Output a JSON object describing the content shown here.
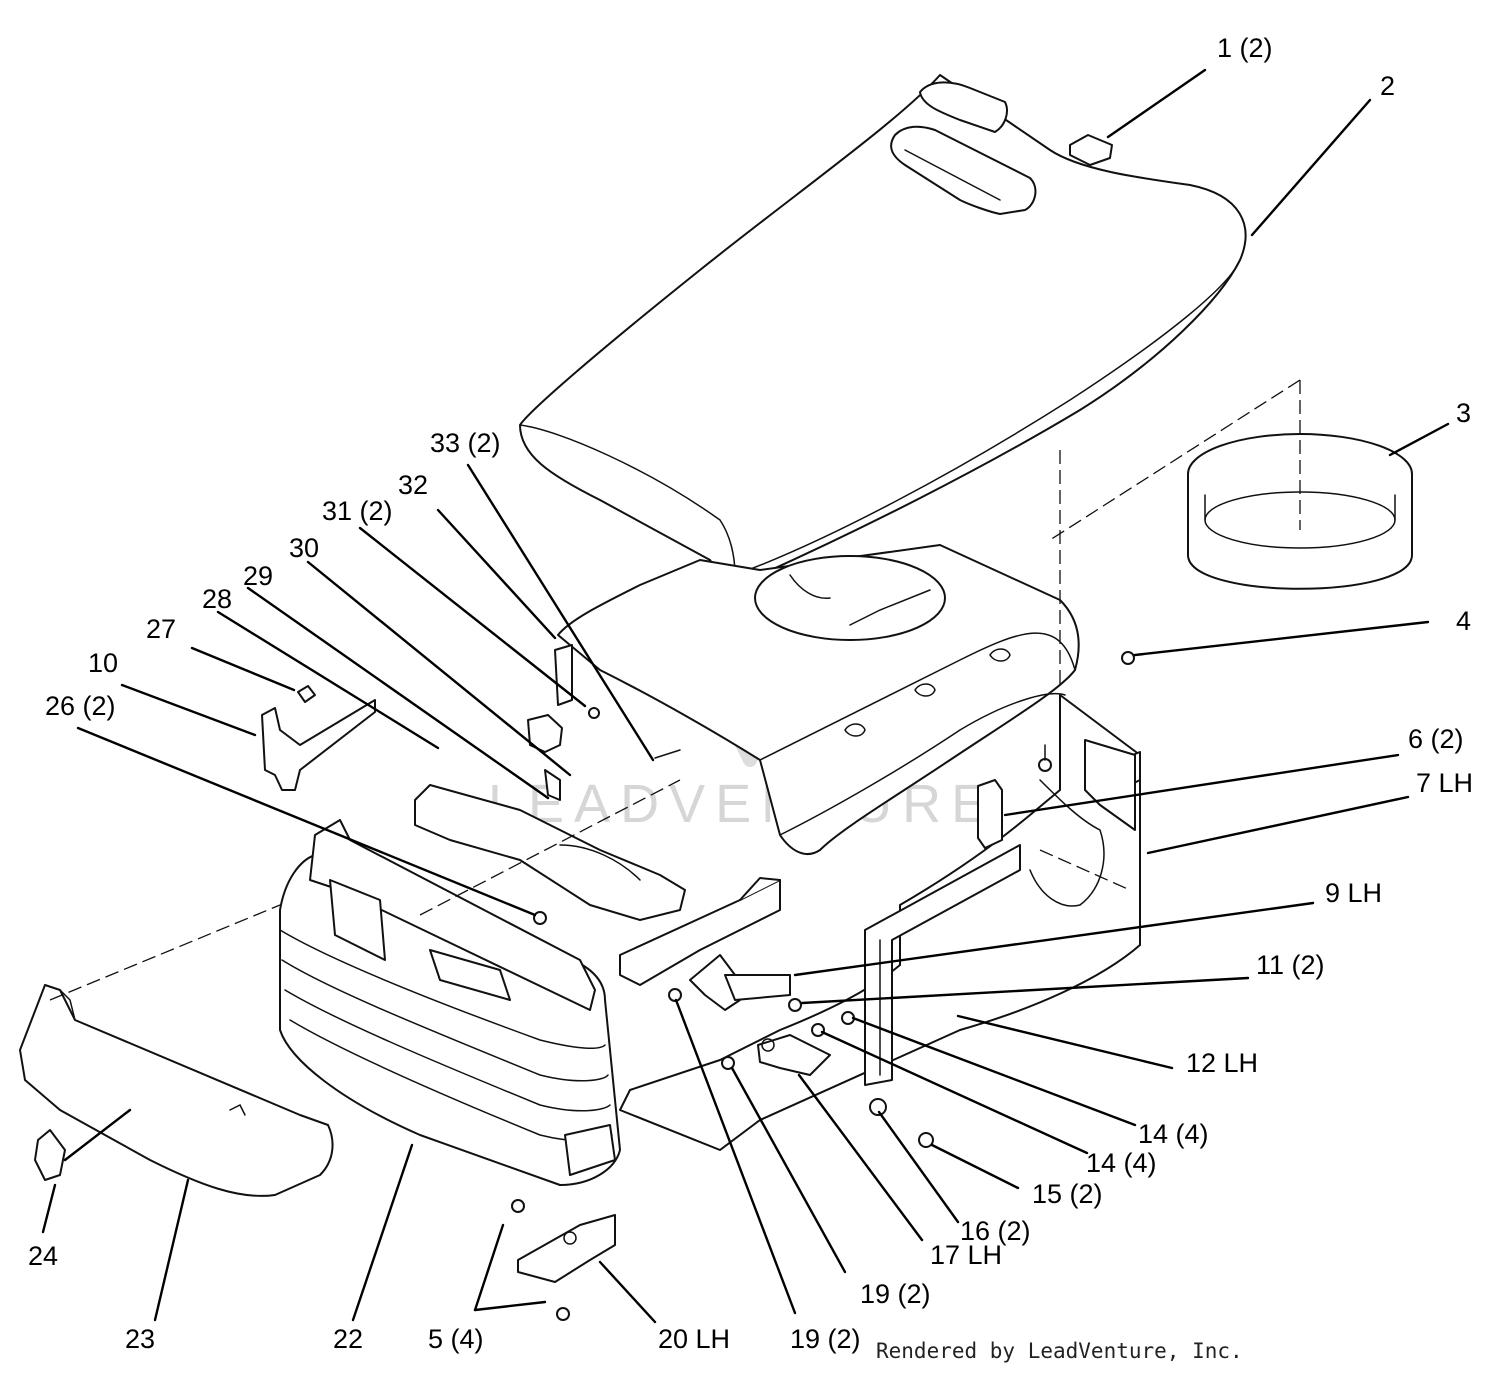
{
  "callouts": {
    "c1": "1 (2)",
    "c2": "2",
    "c3": "3",
    "c4": "4",
    "c6": "6 (2)",
    "c7": "7 LH",
    "c9": "9 LH",
    "c11": "11 (2)",
    "c12": "12 LH",
    "c14a": "14 (4)",
    "c14b": "14 (4)",
    "c15": "15 (2)",
    "c16": "16 (2)",
    "c17": "17 LH",
    "c19a": "19 (2)",
    "c19b": "19 (2)",
    "c20": "20 LH",
    "c5": "5 (4)",
    "c22": "22",
    "c23": "23",
    "c24": "24",
    "c26": "26 (2)",
    "c10": "10",
    "c27": "27",
    "c28": "28",
    "c29": "29",
    "c30": "30",
    "c31": "31 (2)",
    "c32": "32",
    "c33": "33 (2)"
  },
  "watermark": "LEADVENTURE",
  "credit": "Rendered by LeadVenture, Inc."
}
